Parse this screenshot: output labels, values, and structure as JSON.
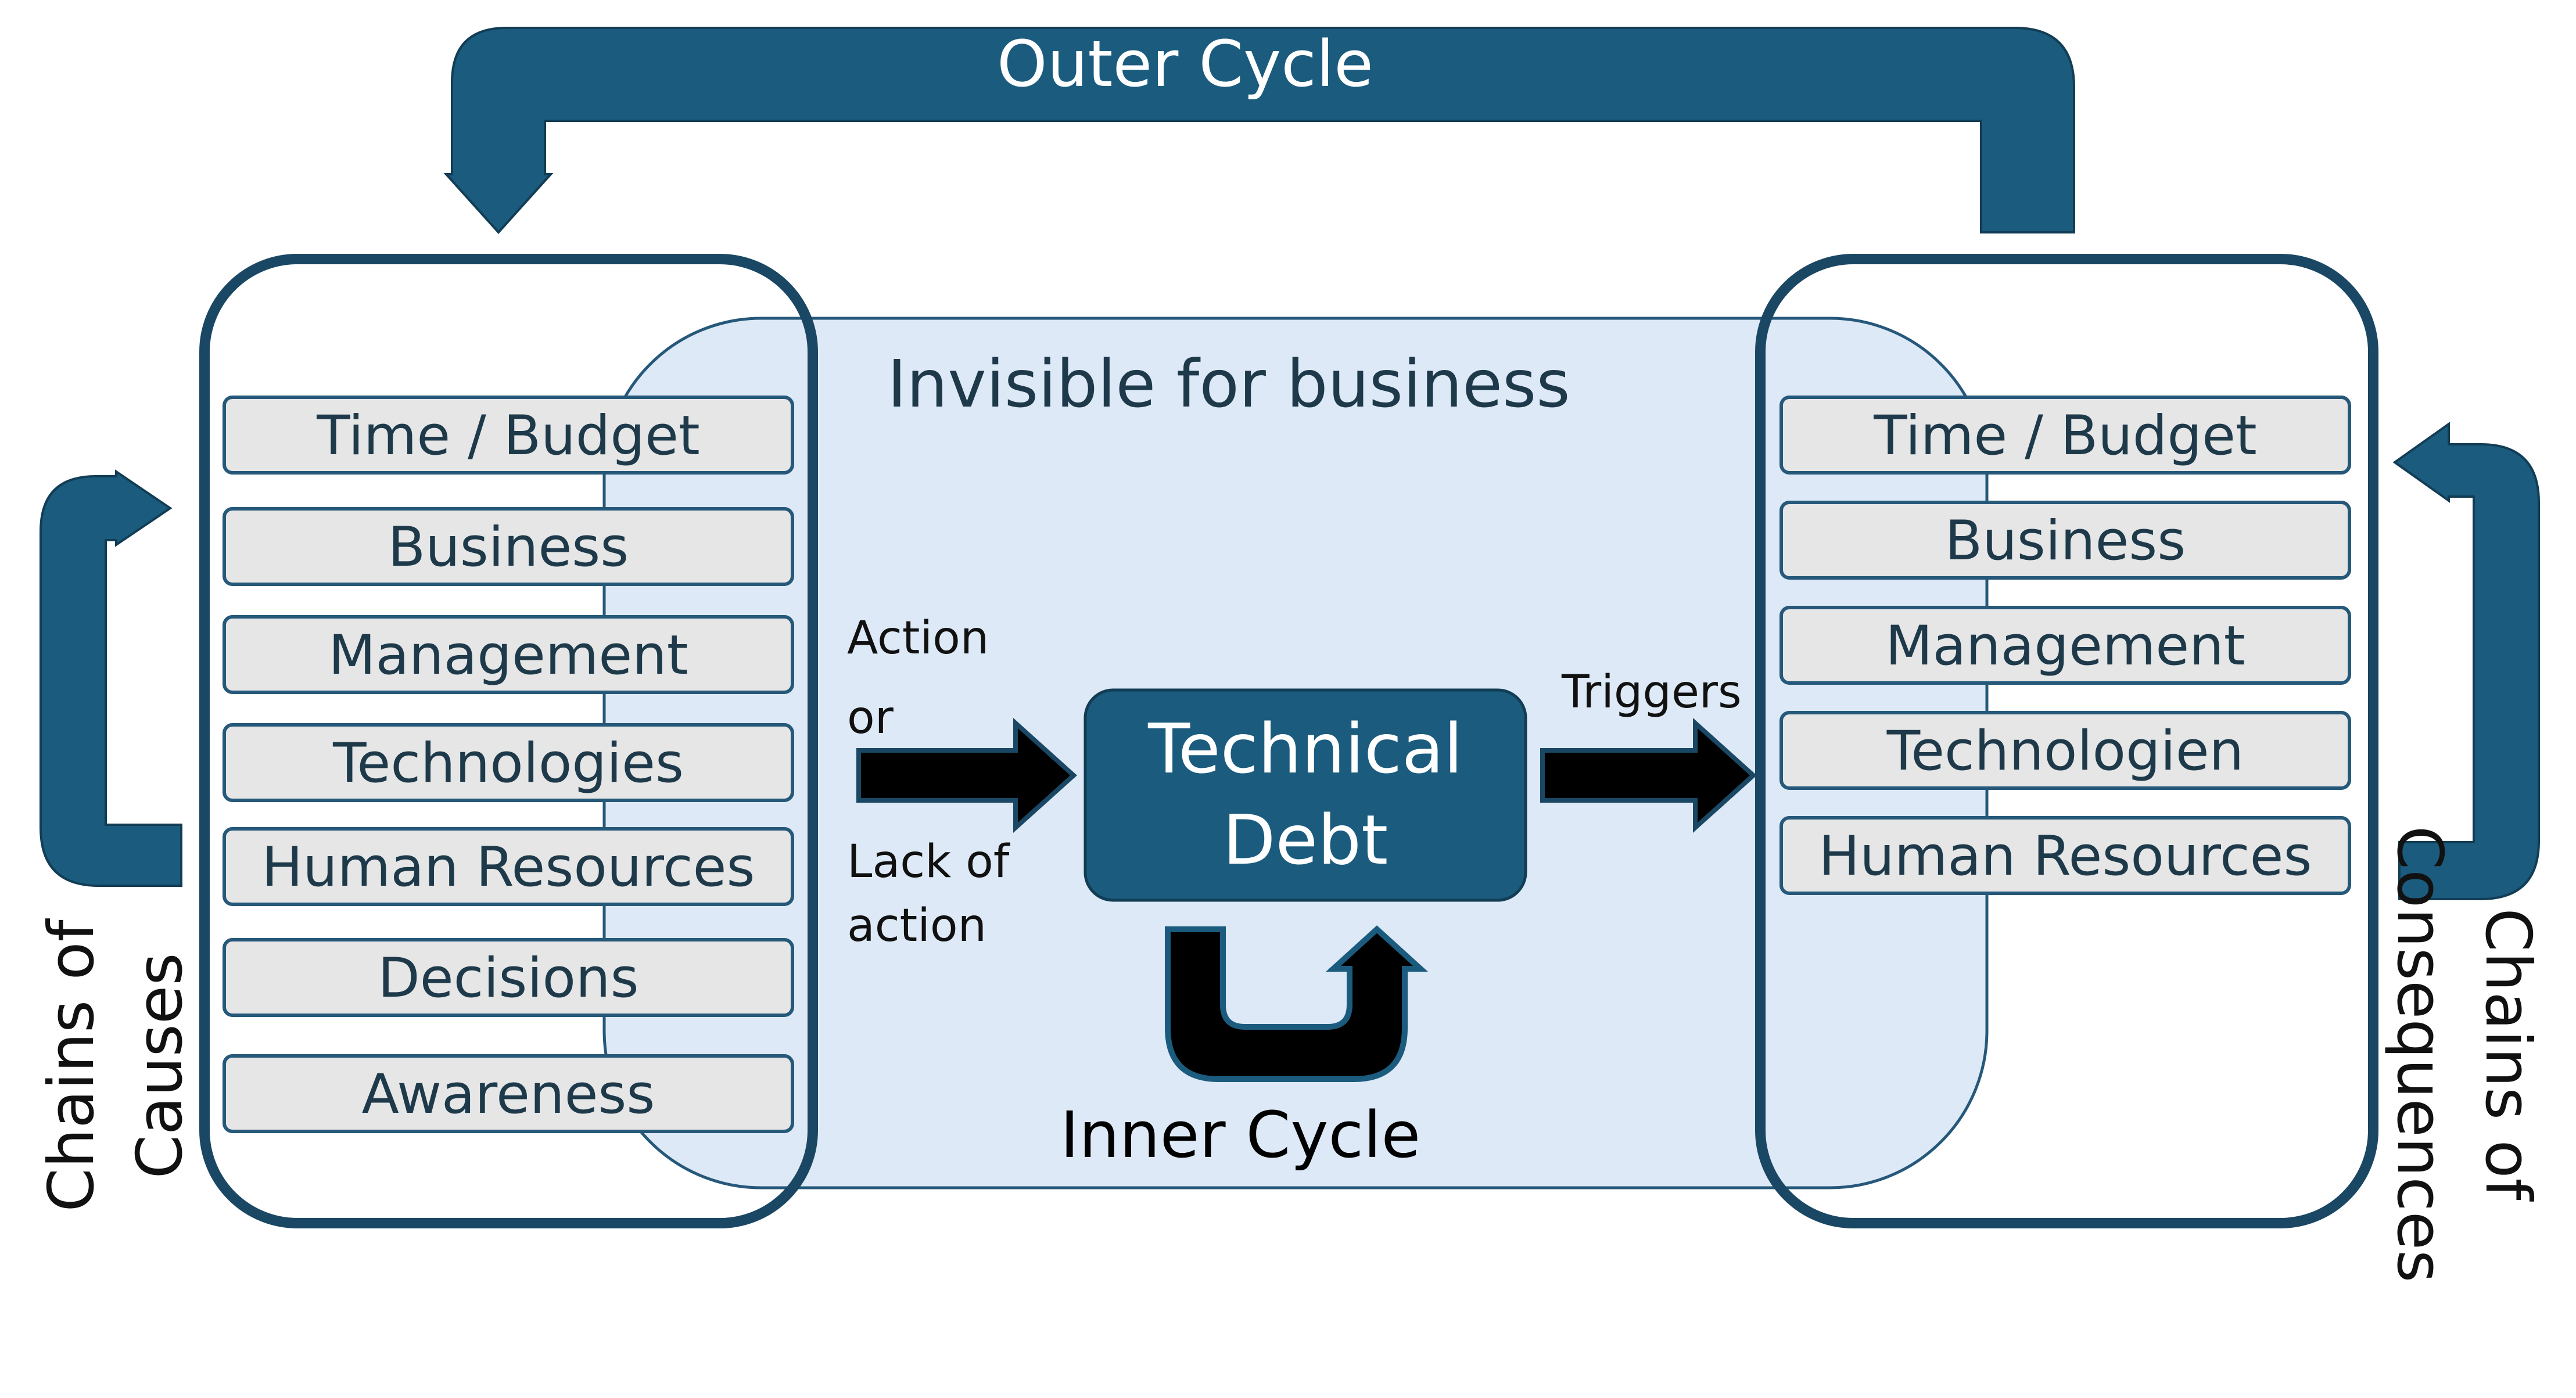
{
  "title": "Outer Cycle",
  "invisible_label": "Invisible for business",
  "center": {
    "line1": "Technical",
    "line2": "Debt"
  },
  "inner_cycle": "Inner Cycle",
  "action": {
    "line1": "Action",
    "line2": "or",
    "line3": "Lack of",
    "line4": "action"
  },
  "triggers": "Triggers",
  "causes": {
    "label_line1": "Chains of",
    "label_line2": "Causes",
    "items": [
      "Time / Budget",
      "Business",
      "Management",
      "Technologies",
      "Human Resources",
      "Decisions",
      "Awareness"
    ]
  },
  "consequences": {
    "label_line1": "Chains of",
    "label_line2": "Consequences",
    "items": [
      "Time / Budget",
      "Business",
      "Management",
      "Technologien",
      "Human Resources"
    ]
  },
  "colors": {
    "dark_teal": "#1b5b7e",
    "navy_border": "#1a4763",
    "light_blue": "#dde9f6",
    "item_fill": "#e6e6e6",
    "item_border": "#26587a"
  }
}
